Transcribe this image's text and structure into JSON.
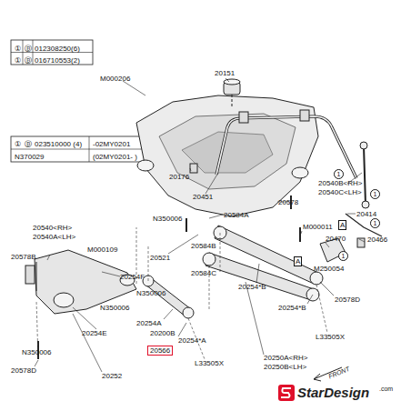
{
  "diagram": {
    "labels": [
      "20151",
      "①",
      "Ⓑ",
      "012308250(6)",
      "①",
      "Ⓑ",
      "016710553(2)",
      "M000206",
      "①",
      "Ⓑ",
      "023510000 (4)",
      "-02MY0201",
      "N370029",
      "(02MY0201-   )",
      "20176",
      "20451",
      "20578",
      "20540B<RH>",
      "20540C<LH>",
      "20414",
      "20466",
      "20584A",
      "N350006",
      "M000011",
      "20470",
      "A",
      "A",
      "M250054",
      "20521",
      "20584B",
      "20584C",
      "N350006",
      "20540<RH>",
      "20540A<LH>",
      "M000109",
      "20578B",
      "20254F",
      "20254*B",
      "20578D",
      "20254*B",
      "N350006",
      "20254A",
      "20200B",
      "20254E",
      "20254*A",
      "L33505X",
      "20566",
      "L33505X",
      "20250A<RH>",
      "20250B<LH>",
      "N350006",
      "20578D",
      "20252",
      "FRONT",
      "StarDesign",
      ".com",
      "1",
      "1",
      "1",
      "1"
    ]
  }
}
